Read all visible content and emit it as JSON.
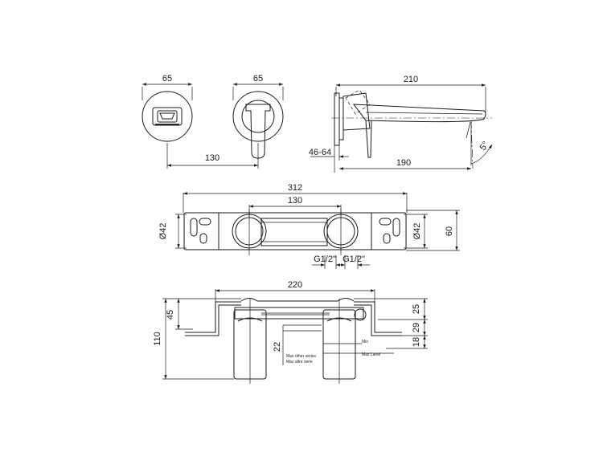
{
  "dimensions": {
    "top_left_width": "65",
    "top_mid_width": "65",
    "top_spacing": "130",
    "side_length": "210",
    "side_wall": "46-64",
    "side_projection": "190",
    "side_angle": "5°",
    "mid_total": "312",
    "mid_spacing": "130",
    "mid_dia_left": "Ø42",
    "mid_dia_right": "Ø42",
    "mid_height": "60",
    "mid_thread_left": "G1/2\"",
    "mid_thread_right": "G1/2\"",
    "bot_width": "220",
    "bot_total_height": "110",
    "bot_left_height": "45",
    "bot_r1": "25",
    "bot_r2": "29",
    "bot_r3": "18",
    "bot_inner": "22"
  },
  "notes": {
    "min": "Min",
    "max_lame": "Max Lamé",
    "max_other": "Max other series",
    "max_altre": "Max altre serie"
  }
}
